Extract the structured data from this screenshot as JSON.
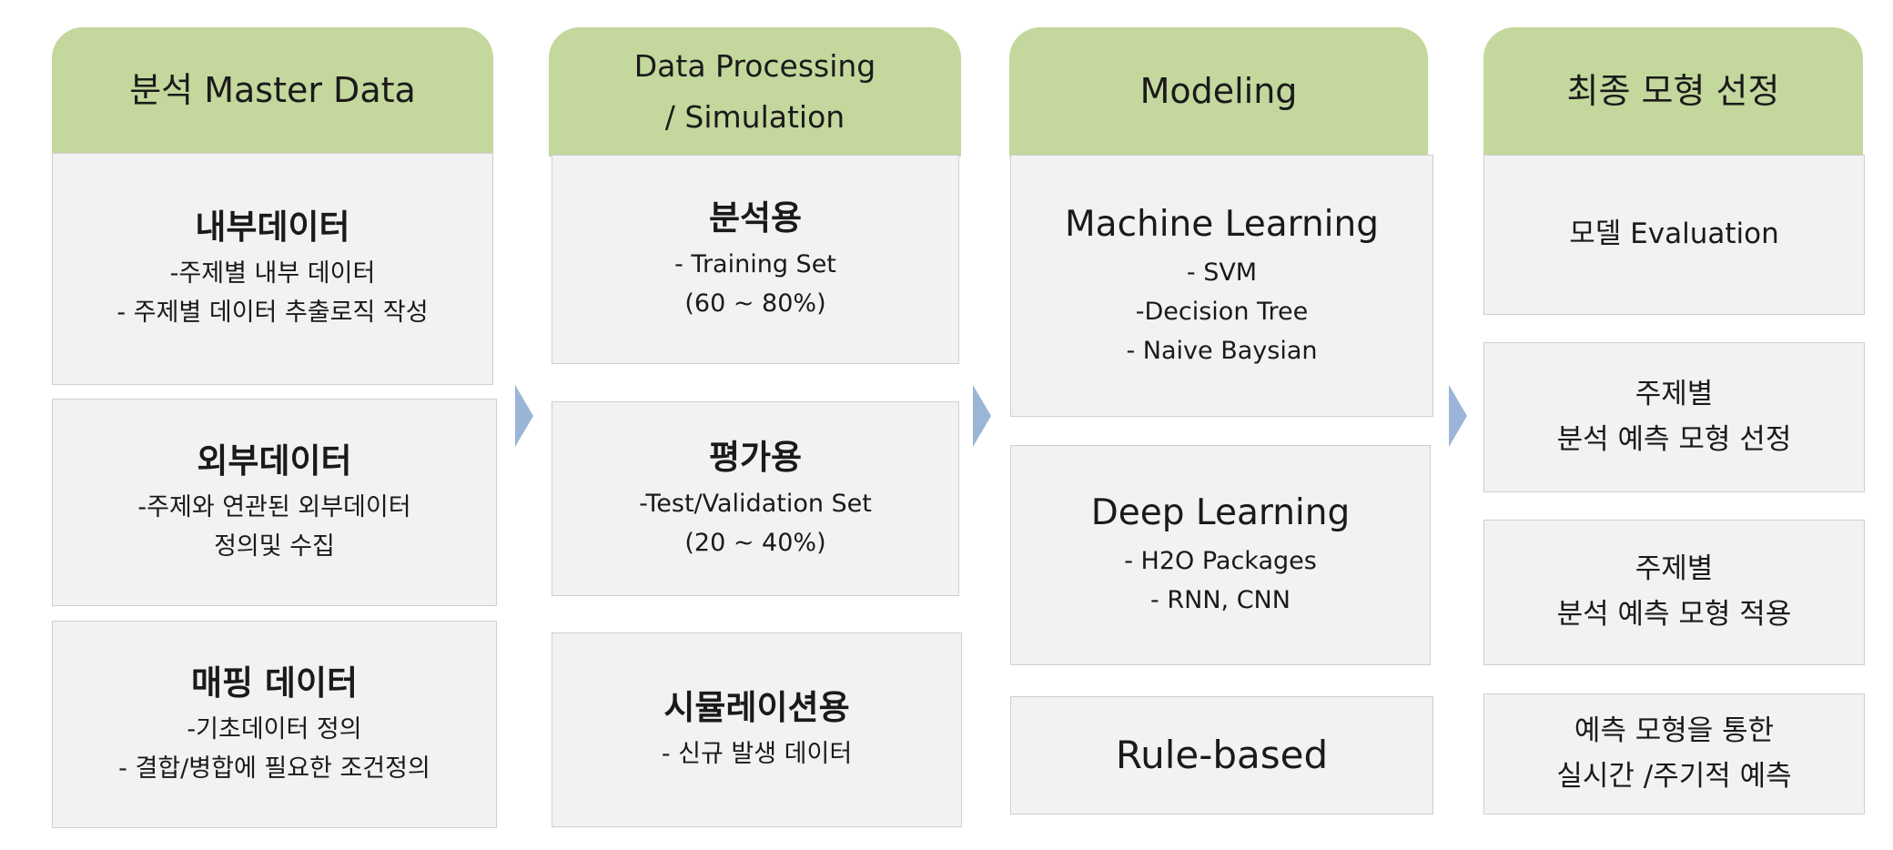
{
  "columns": [
    {
      "header": [
        "분석 Master Data"
      ],
      "boxes": [
        {
          "title": "내부데이터",
          "lines": [
            "-주제별 내부 데이터",
            "- 주제별 데이터 추출로직 작성"
          ]
        },
        {
          "title": "외부데이터",
          "lines": [
            "-주제와 연관된 외부데이터",
            "정의및 수집"
          ]
        },
        {
          "title": "매핑 데이터",
          "lines": [
            "-기초데이터 정의",
            "- 결합/병합에 필요한 조건정의"
          ]
        }
      ]
    },
    {
      "header": [
        "Data Processing",
        "/ Simulation"
      ],
      "boxes": [
        {
          "title": "분석용",
          "lines": [
            "- Training Set",
            "(60 ~ 80%)"
          ]
        },
        {
          "title": "평가용",
          "lines": [
            "-Test/Validation Set",
            "(20 ~ 40%)"
          ]
        },
        {
          "title": "시뮬레이션용",
          "lines": [
            "- 신규 발생 데이터"
          ]
        }
      ]
    },
    {
      "header": [
        "Modeling"
      ],
      "boxes": [
        {
          "title": "Machine Learning",
          "lines": [
            "- SVM",
            "-Decision Tree",
            "- Naive Baysian"
          ]
        },
        {
          "title": "Deep Learning",
          "lines": [
            "- H2O Packages",
            "- RNN, CNN"
          ]
        },
        {
          "title": "Rule-based",
          "lines": []
        }
      ]
    },
    {
      "header": [
        "최종 모형 선정"
      ],
      "boxes": [
        {
          "lines": [
            "모델 Evaluation"
          ]
        },
        {
          "lines": [
            "주제별",
            "분석 예측 모형 선정"
          ]
        },
        {
          "lines": [
            "주제별",
            "분석 예측 모형  적용"
          ]
        },
        {
          "lines": [
            "예측 모형을 통한",
            "실시간 /주기적 예측"
          ]
        }
      ]
    }
  ]
}
